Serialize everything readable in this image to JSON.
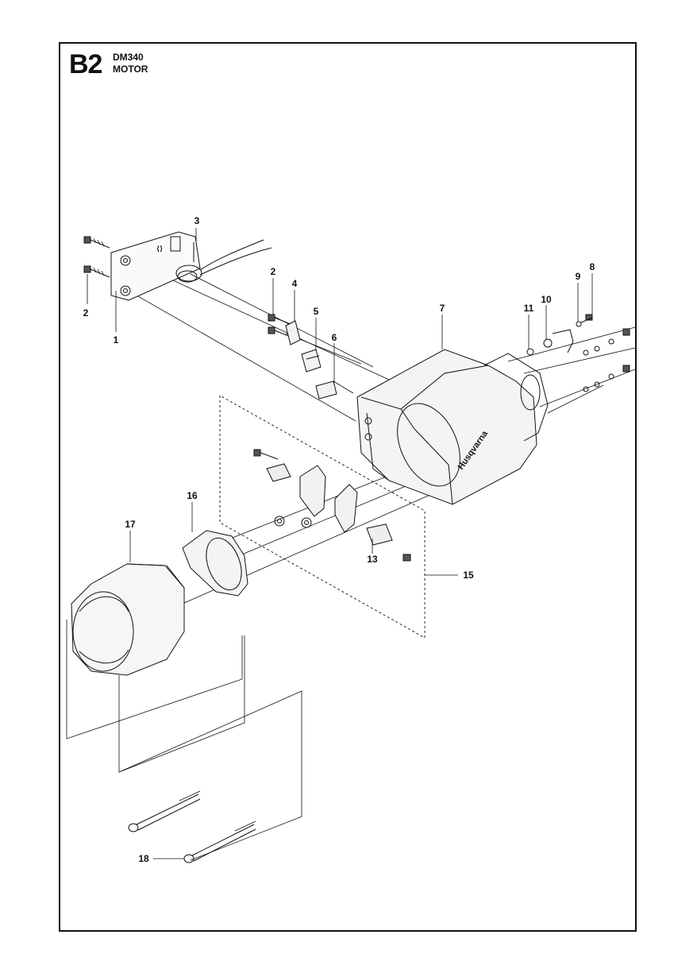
{
  "header": {
    "code": "B2",
    "model": "DM340",
    "section": "MOTOR"
  },
  "housing_logo": "Husqvarna",
  "callouts": [
    "1",
    "2",
    "2",
    "3",
    "4",
    "5",
    "6",
    "7",
    "8",
    "9",
    "10",
    "11",
    "13",
    "15",
    "16",
    "17",
    "18"
  ]
}
